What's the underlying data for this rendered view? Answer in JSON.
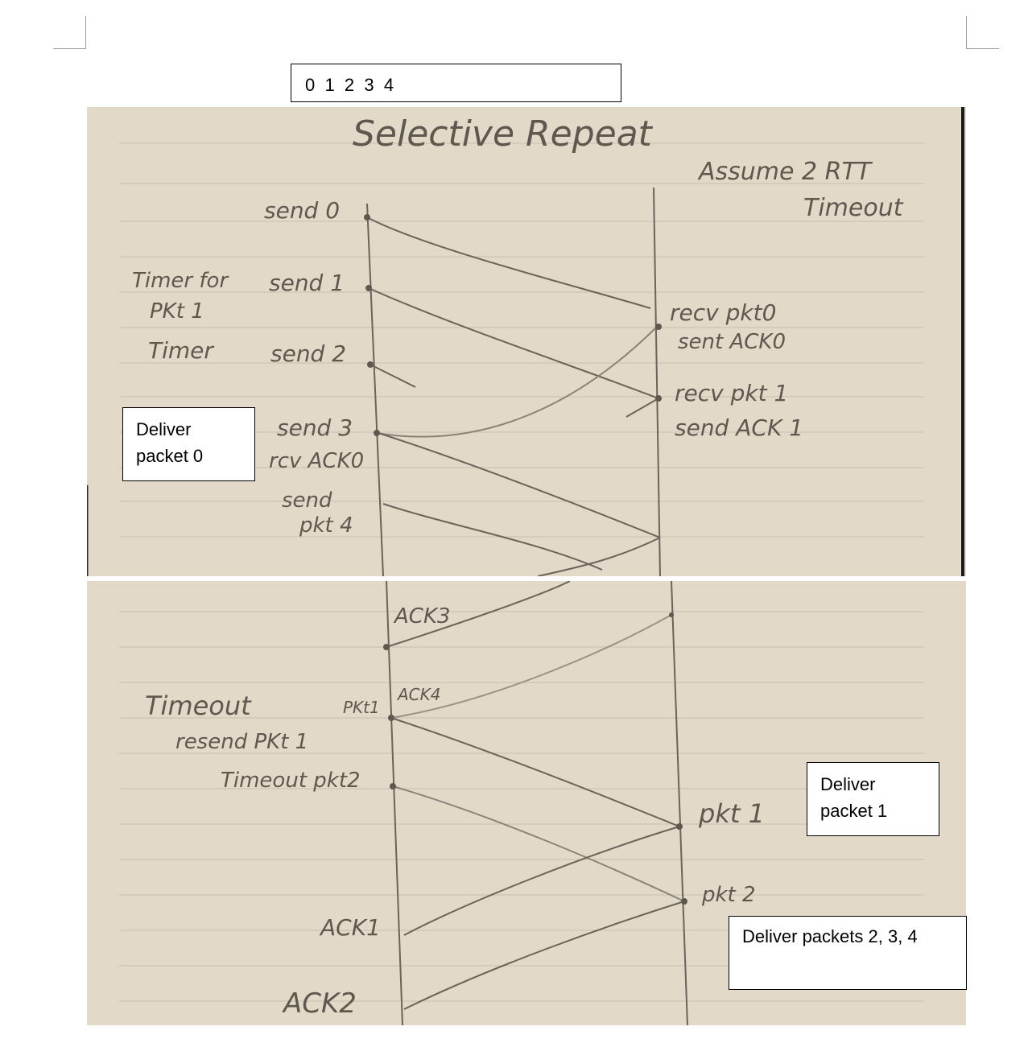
{
  "top_box": {
    "text": "0  1  2  3  4"
  },
  "callouts": {
    "deliver_0": "Deliver packet 0",
    "deliver_1": "Deliver packet 1",
    "deliver_234": "Deliver packets 2, 3, 4"
  },
  "notebook": {
    "title": "Selective Repeat",
    "assumption_line1": "Assume 2 RTT",
    "assumption_line2": "Timeout",
    "sender_labels": {
      "send0": "send 0",
      "timer_for": "Timer for",
      "send1": "send 1",
      "pkt1": "PKt 1",
      "timer": "Timer",
      "send2": "send 2",
      "send3": "send 3",
      "recv_ack0": "rcv ACK0",
      "send_pkt4_a": "send",
      "send_pkt4_b": "pkt 4",
      "ack3": "ACK3",
      "timeout": "Timeout",
      "resend_pkt1": "resend PKt 1",
      "pkt1_short": "PKt1",
      "ack4": "ACK4",
      "timeout_pkt2": "Timeout pkt2",
      "ack1": "ACK1",
      "ack2": "ACK2"
    },
    "receiver_labels": {
      "recv_pkt0": "recv pkt0",
      "sent_ack0": "sent ACK0",
      "recv_pkt1": "recv pkt 1",
      "send_ack1": "send ACK 1",
      "pkt1_again": "pkt 1",
      "pkt2": "pkt 2"
    }
  },
  "colors": {
    "paper": "#e2d9c9",
    "ink": "#5e584f",
    "rule": "#c8c0b2"
  }
}
